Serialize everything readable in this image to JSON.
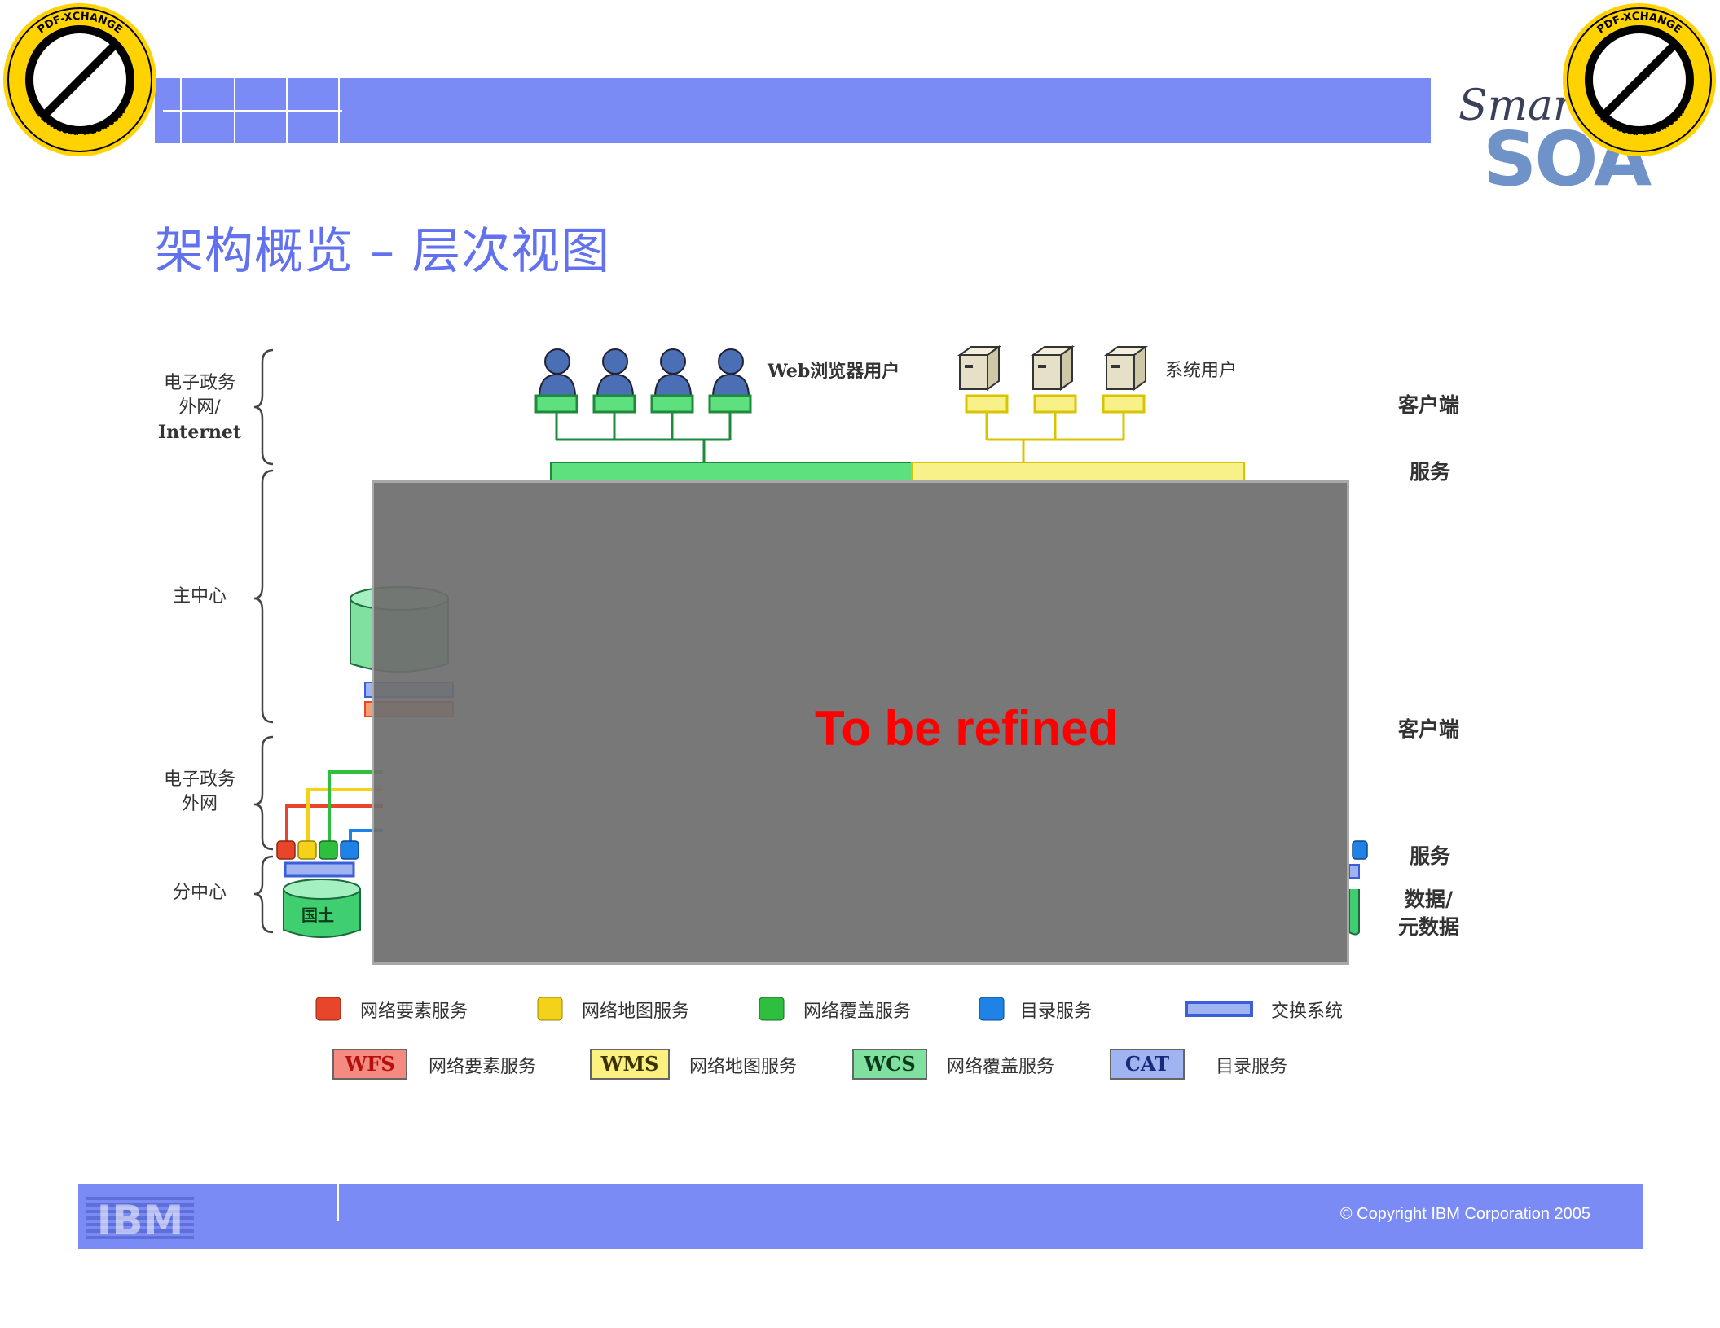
{
  "slide": {
    "title": "架构概览 – 层次视图",
    "logo": {
      "smart": "Smart",
      "soa": "SOA"
    },
    "footer": {
      "brand": "IBM",
      "copyright": "© Copyright IBM Corporation 2005"
    },
    "stamp": {
      "top": "PDF-XCHANGE",
      "middle": "Click to buy NOW!",
      "bottom": "www.docu-track.com"
    }
  },
  "diagram": {
    "left_labels": {
      "internet": [
        "电子政务",
        "外网/",
        "Internet"
      ],
      "main_center": "主中心",
      "extranet": [
        "电子政务",
        "外网"
      ],
      "sub_center": "分中心"
    },
    "top_users": {
      "web_users": "Web浏览器用户",
      "system_users": "系统用户"
    },
    "right_labels": {
      "client_top": "客户端",
      "service_top": "服务",
      "client_mid": "客户端",
      "service_mid": "服务",
      "data": [
        "数据/",
        "元数据"
      ]
    },
    "land_db": "国土",
    "overlay_note": "To be refined",
    "colors": {
      "wfs": "#e8452a",
      "wms": "#f5d21a",
      "wcs": "#2fbf3f",
      "cat": "#1e82e6",
      "exchange": "#3a5fd8",
      "web_green": "#5fe07e",
      "sys_yellow": "#f8f088"
    }
  },
  "legend": {
    "row1": [
      {
        "icon": "red-square-icon",
        "label": "网络要素服务"
      },
      {
        "icon": "yellow-square-icon",
        "label": "网络地图服务"
      },
      {
        "icon": "green-square-icon",
        "label": "网络覆盖服务"
      },
      {
        "icon": "blue-square-icon",
        "label": "目录服务"
      },
      {
        "icon": "exchange-bar-icon",
        "label": "交换系统"
      }
    ],
    "row2": [
      {
        "tag": "WFS",
        "label": "网络要素服务"
      },
      {
        "tag": "WMS",
        "label": "网络地图服务"
      },
      {
        "tag": "WCS",
        "label": "网络覆盖服务"
      },
      {
        "tag": "CAT",
        "label": "目录服务"
      }
    ]
  }
}
